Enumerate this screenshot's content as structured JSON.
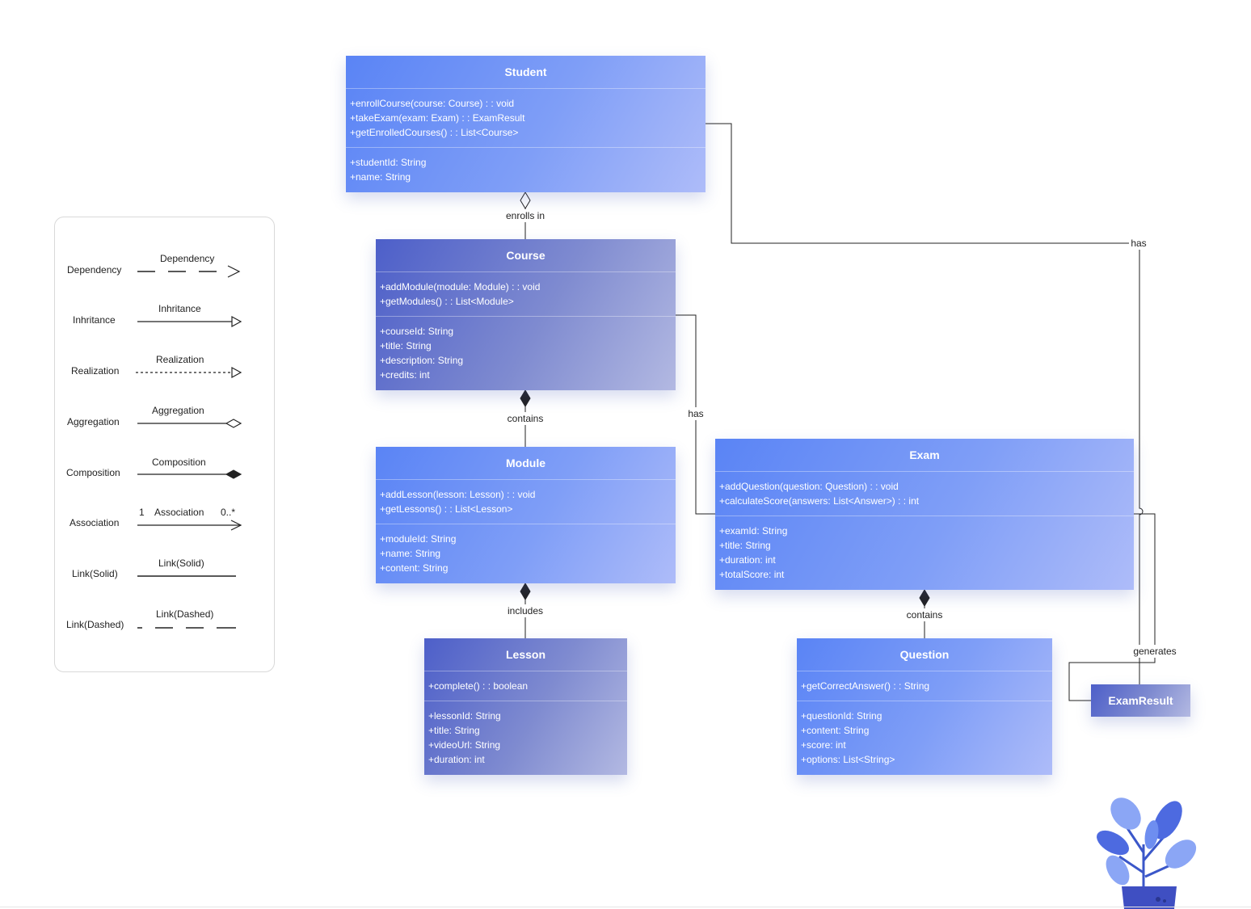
{
  "classes": {
    "student": {
      "name": "Student",
      "methods": [
        "+enrollCourse(course: Course) : : void",
        "+takeExam(exam: Exam) : : ExamResult",
        "+getEnrolledCourses() : : List<Course>"
      ],
      "attributes": [
        "+studentId: String",
        "+name: String"
      ]
    },
    "course": {
      "name": "Course",
      "methods": [
        "+addModule(module: Module) : : void",
        "+getModules() : : List<Module>"
      ],
      "attributes": [
        "+courseId: String",
        "+title: String",
        "+description: String",
        "+credits: int"
      ]
    },
    "module": {
      "name": "Module",
      "methods": [
        "+addLesson(lesson: Lesson) : : void",
        "+getLessons() : : List<Lesson>"
      ],
      "attributes": [
        "+moduleId: String",
        "+name: String",
        "+content: String"
      ]
    },
    "lesson": {
      "name": "Lesson",
      "methods": [
        "+complete() : : boolean"
      ],
      "attributes": [
        "+lessonId: String",
        "+title: String",
        "+videoUrl: String",
        "+duration: int"
      ]
    },
    "exam": {
      "name": "Exam",
      "methods": [
        "+addQuestion(question: Question) : : void",
        "+calculateScore(answers: List<Answer>) : : int"
      ],
      "attributes": [
        "+examId: String",
        "+title: String",
        "+duration: int",
        "+totalScore: int"
      ]
    },
    "question": {
      "name": "Question",
      "methods": [
        "+getCorrectAnswer() : : String"
      ],
      "attributes": [
        "+questionId: String",
        "+content: String",
        "+score: int",
        "+options: List<String>"
      ]
    },
    "examresult": {
      "name": "ExamResult"
    }
  },
  "relations": {
    "student_course": "enrolls in",
    "course_module": "contains",
    "module_lesson": "includes",
    "course_exam": "has",
    "student_examresult": "has",
    "exam_question": "contains",
    "exam_examresult": "generates"
  },
  "legend": {
    "dependency": {
      "left": "Dependency",
      "top": "Dependency"
    },
    "inheritance": {
      "left": "Inhritance",
      "top": "Inhritance"
    },
    "realization": {
      "left": "Realization",
      "top": "Realization"
    },
    "aggregation": {
      "left": "Aggregation",
      "top": "Aggregation"
    },
    "composition": {
      "left": "Composition",
      "top": "Composition"
    },
    "association": {
      "left": "Association",
      "top": "Association",
      "mult_left": "1",
      "mult_right": "0..*"
    },
    "link_solid": {
      "left": "Link(Solid)",
      "top": "Link(Solid)"
    },
    "link_dashed": {
      "left": "Link(Dashed)",
      "top": "Link(Dashed)"
    }
  },
  "colors": {
    "box_light": "#5a84f5",
    "box_dark": "#4d5fc9",
    "line": "#222222"
  }
}
